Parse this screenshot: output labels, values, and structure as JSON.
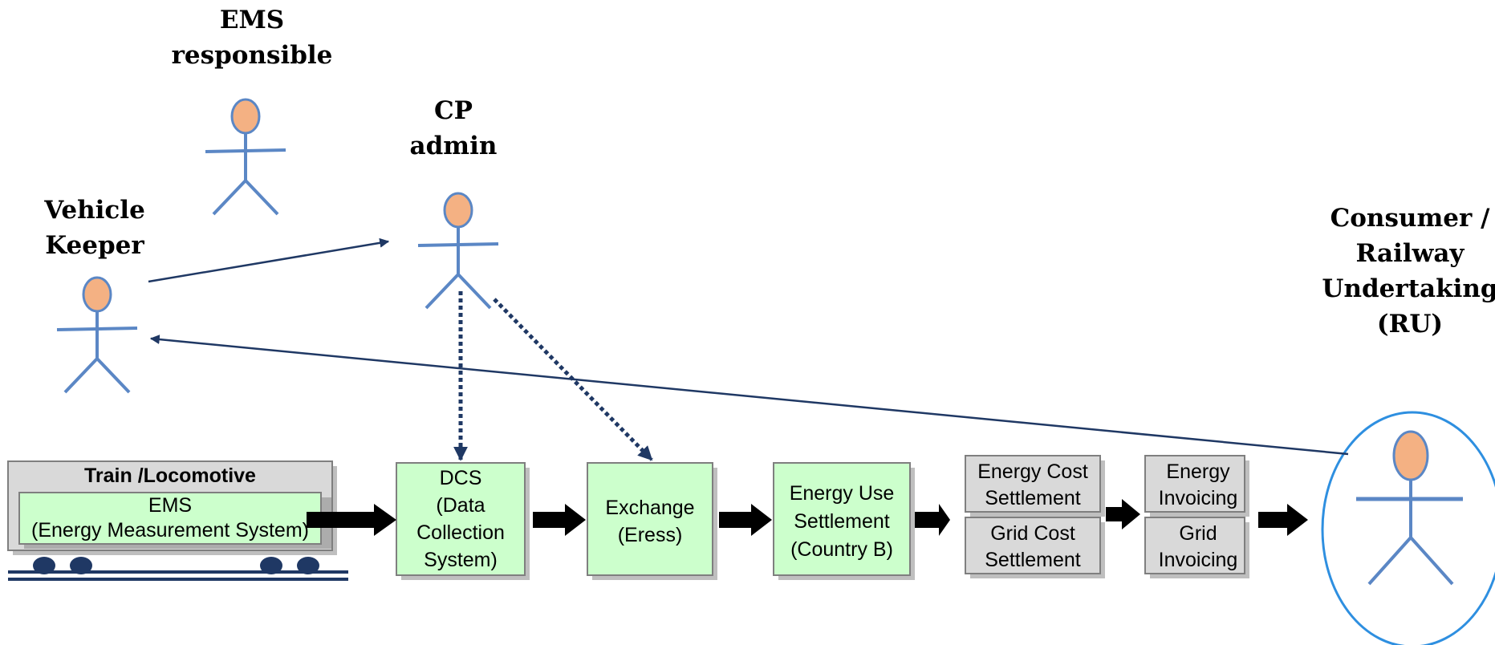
{
  "actors": {
    "ems_responsible": {
      "line1": "EMS",
      "line2": "responsible"
    },
    "cp_admin": {
      "line1": "CP",
      "line2": "admin"
    },
    "vehicle_keeper": {
      "line1": "Vehicle",
      "line2": "Keeper"
    },
    "consumer": {
      "line1": "Consumer /",
      "line2": "Railway",
      "line3": "Undertaking",
      "line4": "(RU)"
    }
  },
  "train": {
    "title": "Train /Locomotive",
    "ems_line1": "EMS",
    "ems_line2": "(Energy Measurement System)"
  },
  "boxes": {
    "dcs": {
      "line1": "DCS",
      "line2": "(Data",
      "line3": "Collection",
      "line4": "System)"
    },
    "exchange": {
      "line1": "Exchange",
      "line2": "(Eress)"
    },
    "energy_use": {
      "line1": "Energy Use",
      "line2": "Settlement",
      "line3": "(Country B)"
    },
    "energy_cost": {
      "line1": "Energy Cost",
      "line2": "Settlement"
    },
    "grid_cost": {
      "line1": "Grid Cost",
      "line2": "Settlement"
    },
    "energy_invoicing": {
      "line1": "Energy",
      "line2": "Invoicing"
    },
    "grid_invoicing": {
      "line1": "Grid",
      "line2": "Invoicing"
    }
  },
  "colors": {
    "green_box": "#ccffcc",
    "grey_box": "#d9d9d9",
    "arrow_blue": "#1f3864",
    "stick_blue": "#5b87c5",
    "head_fill": "#f4b183",
    "ellipse": "#2e8fe0"
  },
  "icons": [
    "stick-figure-icon",
    "wheel-icon",
    "block-arrow-icon"
  ]
}
